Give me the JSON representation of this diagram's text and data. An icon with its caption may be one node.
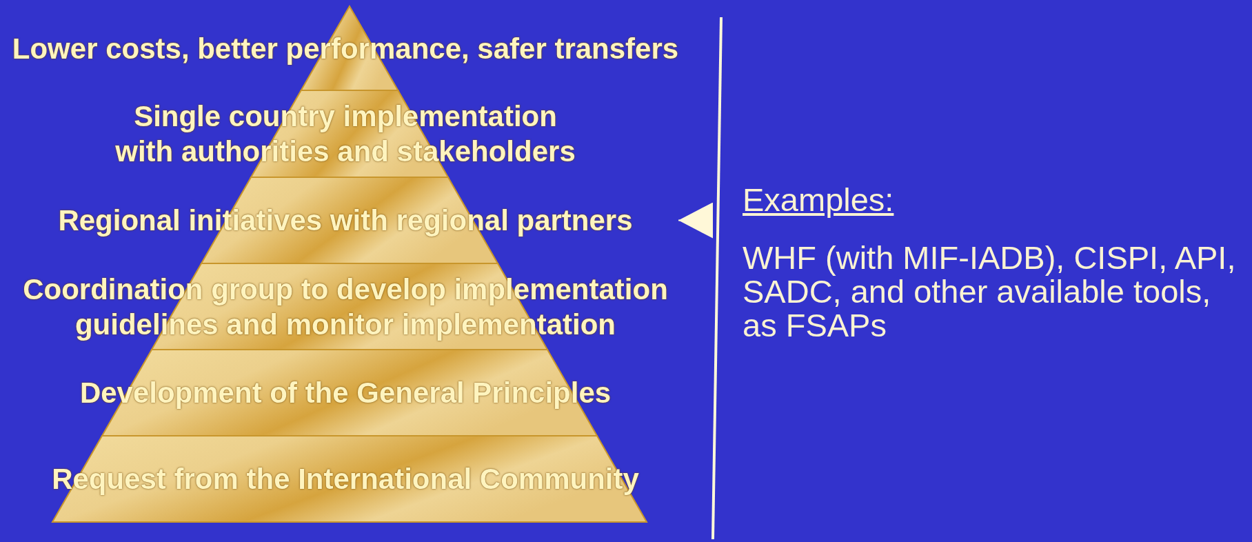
{
  "diagram": {
    "nodes": [
      {
        "text": [
          "Lower costs, better performance, safer transfers"
        ]
      },
      {
        "text": [
          "Single country implementation with authorities and stakeholders"
        ]
      },
      {
        "text": [
          "Regional initiatives with regional partners"
        ]
      },
      {
        "text": [
          "Coordination group to develop implementation guidelines and monitor implementation"
        ]
      },
      {
        "text": [
          "Development of the General Principles"
        ]
      },
      {
        "text": [
          "Request from the International Community"
        ]
      },
      {
        "text": [
          "Examples:",
          "WHF (with MIF-IADB), CISPI, API, SADC, and other available tools, as FSAPs"
        ]
      }
    ],
    "edges": [
      {
        "from": 6,
        "to": 2,
        "arrow": "to"
      }
    ]
  }
}
